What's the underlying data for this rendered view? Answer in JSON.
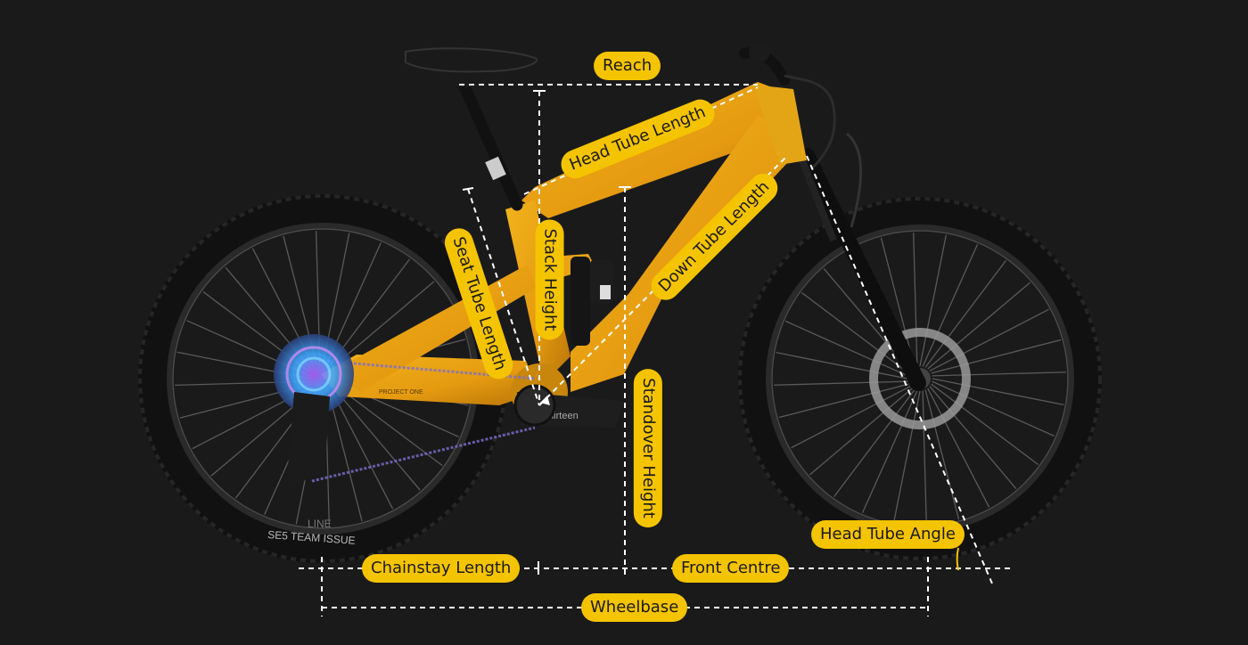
{
  "labels": {
    "reach": "Reach",
    "head_tube_length": "Head Tube Length",
    "seat_tube_length": "Seat Tube Length",
    "stack_height": "Stack Height",
    "down_tube_length": "Down Tube Length",
    "standover_height": "Standover Height",
    "head_tube_angle": "Head Tube Angle",
    "chainstay_length": "Chainstay Length",
    "front_centre": "Front Centre",
    "wheelbase": "Wheelbase"
  },
  "frame_decal": "PROJECT ONE",
  "crank_decal": "thirteen",
  "rim_brand": "LINE",
  "rim_model": "SE5 TEAM ISSUE",
  "colors": {
    "background": "#1a1a1a",
    "label_fill": "#f5c400",
    "label_text": "#1a1a1a",
    "frame": "#e8a317",
    "tire": "#121212",
    "dashed_line": "#ffffff"
  }
}
